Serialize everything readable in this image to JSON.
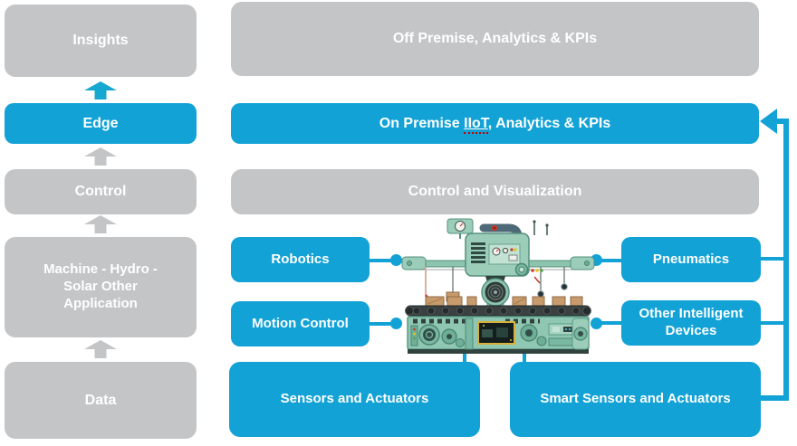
{
  "colors": {
    "accent_blue": "#12a2d6",
    "box_gray": "#c4c5c7",
    "label_text": "#ffffff",
    "spellcheck_red": "#c00000",
    "machine_teal": "#8fc7b2"
  },
  "icons": {
    "flow_up_arrow": "block-arrow-up",
    "feedback_arrow": "arrow-left-into-on-premise",
    "machine_illustration": "industrial-conveyor-machine"
  },
  "left_column": {
    "insights": "Insights",
    "edge": "Edge",
    "control": "Control",
    "machine_apps": "Machine - Hydro - Solar  Other Application",
    "data": "Data"
  },
  "right_stack": {
    "off_premise": "Off Premise, Analytics & KPIs",
    "on_premise_prefix": "On Premise ",
    "on_premise_term": "IIoT",
    "on_premise_suffix": ", Analytics & KPIs",
    "control_viz": "Control and Visualization"
  },
  "device_cluster": {
    "robotics": "Robotics",
    "motion_control": "Motion Control",
    "pneumatics": "Pneumatics",
    "other_devices": "Other Intelligent Devices"
  },
  "bottom_row": {
    "sensors": "Sensors and Actuators",
    "smart_sensors": "Smart Sensors and Actuators"
  }
}
